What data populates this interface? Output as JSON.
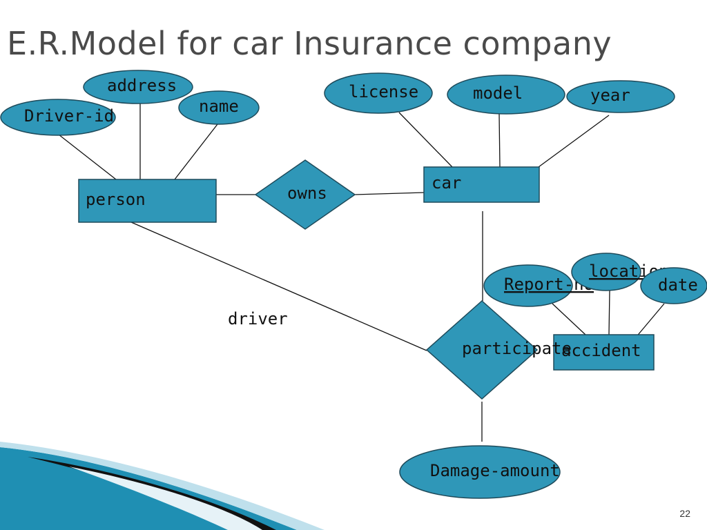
{
  "slide": {
    "title": "E.R.Model for car Insurance company",
    "page_number": "22"
  },
  "entities": {
    "person": "person",
    "car": "car",
    "accident": "accident"
  },
  "relationships": {
    "owns": "owns",
    "participate": "participate"
  },
  "attributes": {
    "address": "address",
    "name": "name",
    "driver_id": "Driver-id",
    "license": "license",
    "model": "model",
    "year": "year",
    "report_no": "Report-no",
    "location": "location",
    "date": "date",
    "damage_amount": "Damage-amount"
  },
  "role_labels": {
    "driver": "driver"
  },
  "colors": {
    "shape_fill": "#2f97b8",
    "title": "#4a4a4a"
  }
}
